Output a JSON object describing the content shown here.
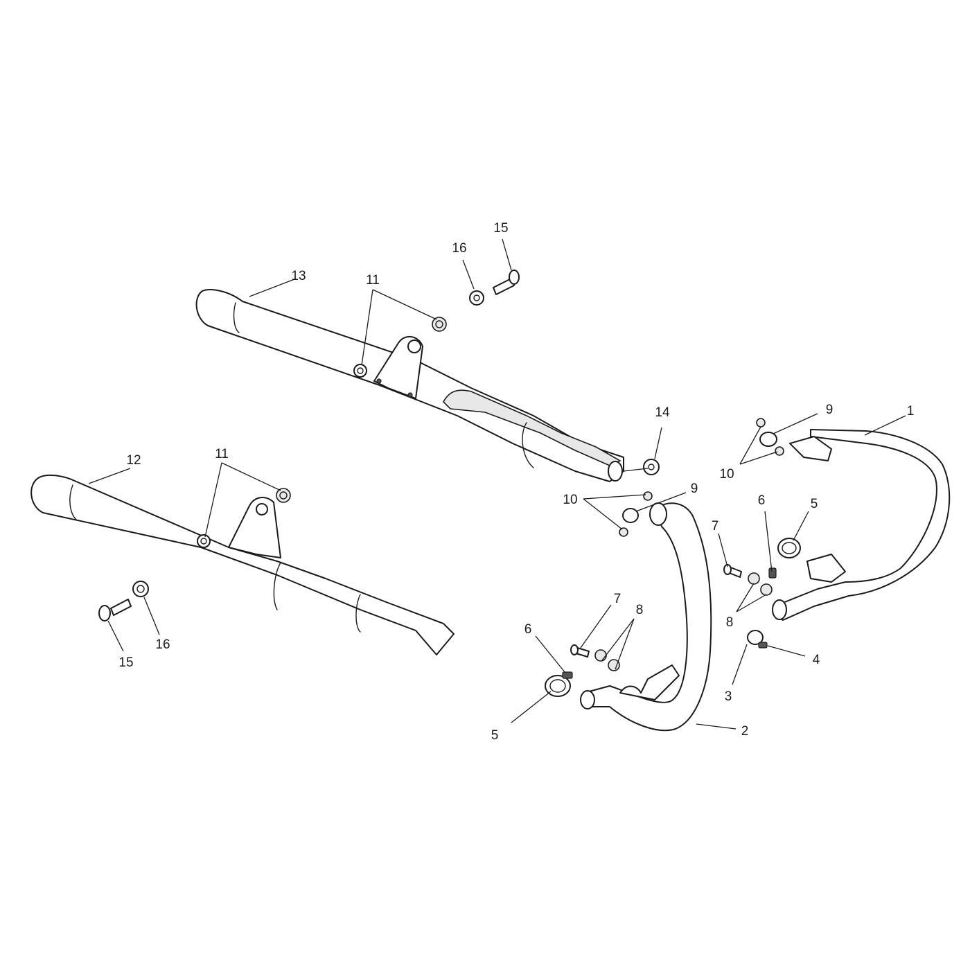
{
  "callouts": {
    "c1": "1",
    "c2": "2",
    "c3": "3",
    "c4": "4",
    "c5a": "5",
    "c5b": "5",
    "c6a": "6",
    "c6b": "6",
    "c7a": "7",
    "c7b": "7",
    "c8a": "8",
    "c8b": "8",
    "c9a": "9",
    "c9b": "9",
    "c10a": "10",
    "c10b": "10",
    "c11a": "11",
    "c11b": "11",
    "c12": "12",
    "c13": "13",
    "c14": "14",
    "c15a": "15",
    "c15b": "15",
    "c16a": "16",
    "c16b": "16"
  }
}
